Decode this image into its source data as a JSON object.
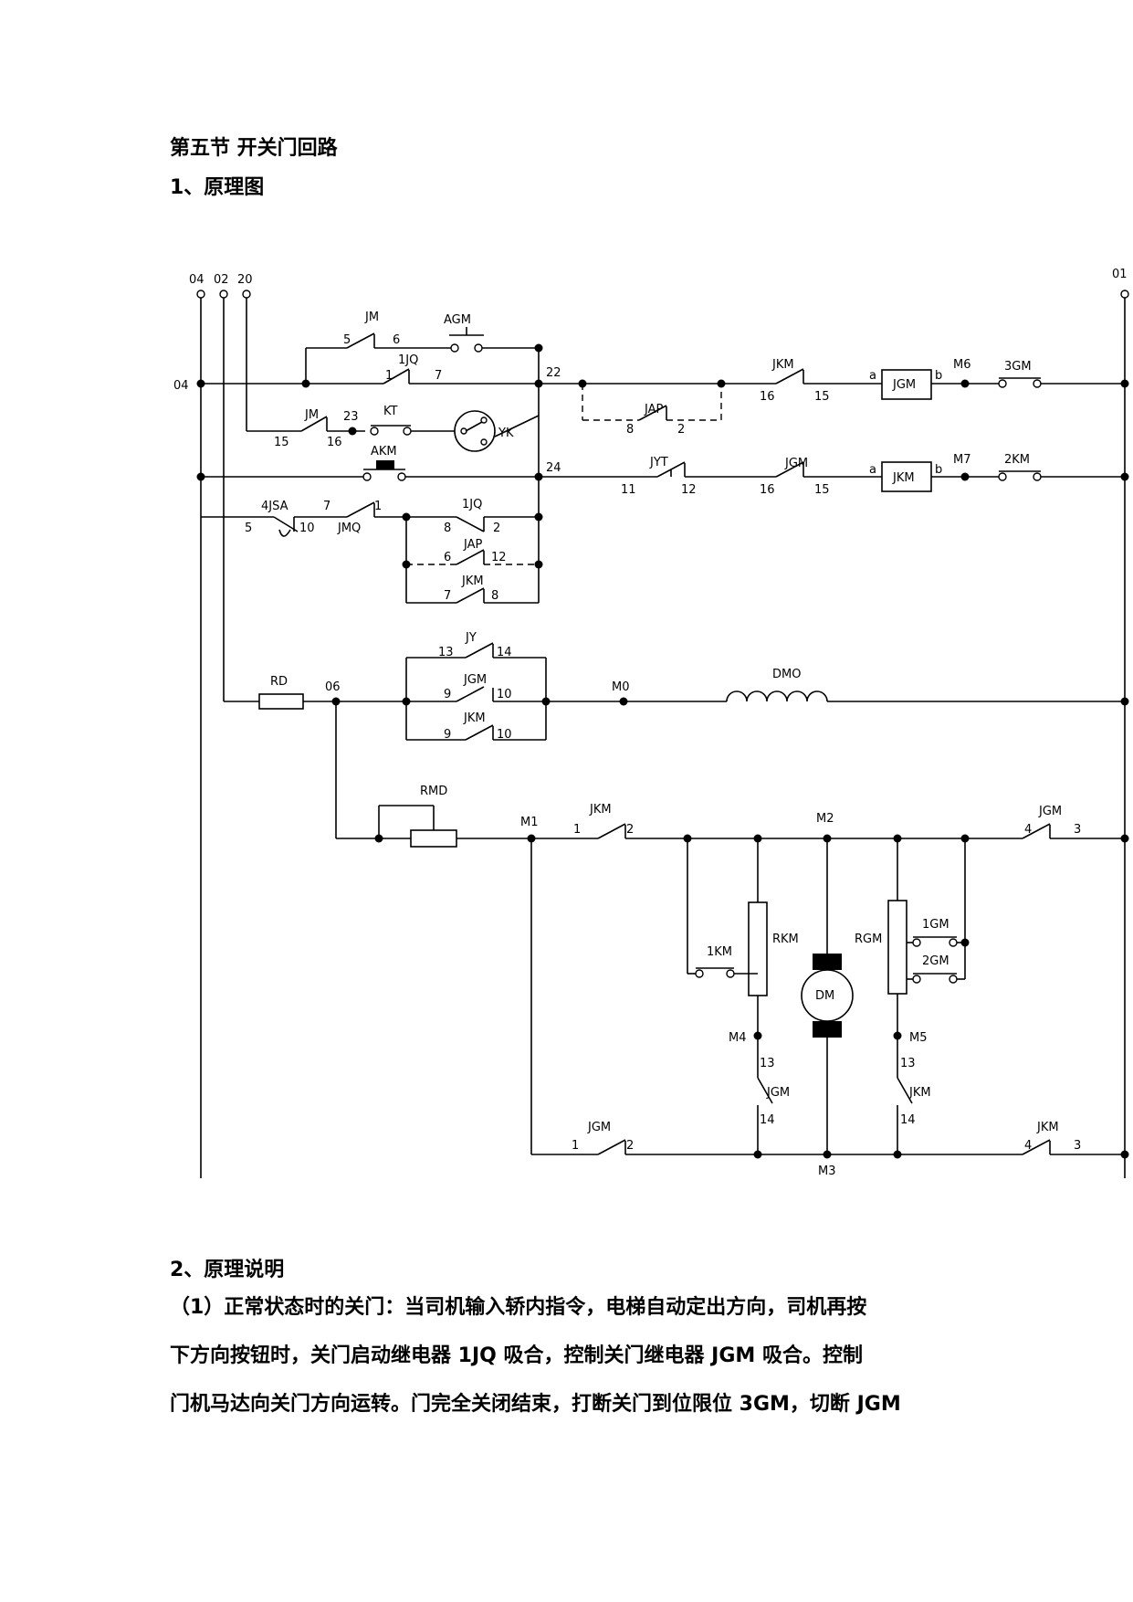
{
  "section_title": "第五节  开关门回路",
  "subtitle1": "1、原理图",
  "subtitle2": "2、原理说明",
  "paragraph_lines": [
    "（1）正常状态时的关门：当司机输入轿内指令，电梯自动定出方向，司机再按",
    "下方向按钮时，关门启动继电器 1JQ 吸合，控制关门继电器 JGM 吸合。控制",
    "门机马达向关门方向运转。门完全关闭结束，打断关门到位限位 3GM，切断 JGM"
  ],
  "diagram": {
    "terminals": [
      "04",
      "02",
      "20",
      "01"
    ],
    "labels": {
      "n04": "04",
      "n22": "22",
      "n23": "23",
      "n24": "24",
      "n06": "06",
      "JM": "JM",
      "n5": "5",
      "n6": "6",
      "AGM": "AGM",
      "JQ1": "1JQ",
      "n1": "1",
      "n7": "7",
      "JKM": "JKM",
      "n16": "16",
      "n15": "15",
      "a": "a",
      "JGM": "JGM",
      "b": "b",
      "M6": "M6",
      "GM3": "3GM",
      "JAP": "JAP",
      "n8": "8",
      "n2": "2",
      "KT": "KT",
      "YK": "YK",
      "AKM": "AKM",
      "JYT": "JYT",
      "n11": "11",
      "n12": "12",
      "M7": "M7",
      "KM2": "2KM",
      "JSA4": "4JSA",
      "n10": "10",
      "JMQ": "JMQ",
      "JY": "JY",
      "n13": "13",
      "n14": "14",
      "n9": "9",
      "RD": "RD",
      "M0": "M0",
      "DMO": "DMO",
      "RMD": "RMD",
      "M1": "M1",
      "M2": "M2",
      "M3": "M3",
      "M4": "M4",
      "M5": "M5",
      "n3": "3",
      "n4": "4",
      "KM1": "1KM",
      "RKM": "RKM",
      "RGM": "RGM",
      "GM1": "1GM",
      "GM2": "2GM",
      "DM": "DM"
    }
  }
}
